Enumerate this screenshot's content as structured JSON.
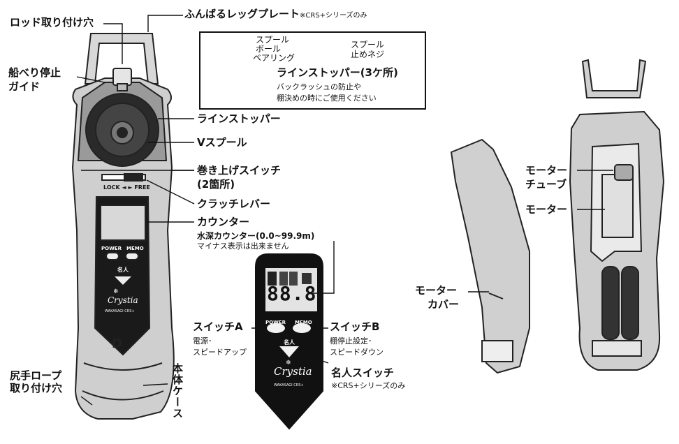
{
  "labels": {
    "rod_hole": "ロッド取り付け穴",
    "leg_plate": "ふんばるレッグプレート",
    "leg_plate_note": "※CRS+シリーズのみ",
    "guide_line1": "船べり停止",
    "guide_line2": "ガイド",
    "line_stopper": "ラインストッパー",
    "v_spool": "Vスプール",
    "winding_switch_line1": "巻き上げスイッチ",
    "winding_switch_line2": "(2箇所)",
    "clutch_lever": "クラッチレバー",
    "counter": "カウンター",
    "depth_counter": "水深カウンター(0.0~99.9m)",
    "depth_note": "マイナス表示は出来ません",
    "butt_rope_line1": "尻手ロープ",
    "butt_rope_line2": "取り付け穴",
    "body_case": "本体ケース",
    "switch_a": "スイッチA",
    "switch_a_desc1": "電源･",
    "switch_a_desc2": "スピードアップ",
    "switch_b": "スイッチB",
    "switch_b_desc1": "棚停止設定･",
    "switch_b_desc2": "スピードダウン",
    "meijin_switch": "名人スイッチ",
    "meijin_note": "※CRS+シリーズのみ",
    "motor_tube_line1": "モーター",
    "motor_tube_line2": "チューブ",
    "motor": "モーター",
    "motor_cover_line1": "モーター",
    "motor_cover_line2": "カバー"
  },
  "inset": {
    "spool_bearing_line1": "スプール",
    "spool_bearing_line2": "ボール",
    "spool_bearing_line3": "ベアリング",
    "spool_screw_line1": "スプール",
    "spool_screw_line2": "止めネジ",
    "line_stopper_3": "ラインストッパー(3ケ所)",
    "desc_line1": "バックラッシュの防止や",
    "desc_line2": "棚決めの時にご使用ください"
  },
  "device": {
    "lock_free": "LOCK ◄ ► FREE",
    "power": "POWER",
    "memo": "MEMO",
    "meijin": "名人",
    "brand": "Crystia",
    "model": "WAKASAGI CRS+",
    "display_value": "88.8",
    "logo": "D"
  },
  "icons": [
    "daiwa-logo-icon",
    "snowflake-icon",
    "battery-icon"
  ]
}
